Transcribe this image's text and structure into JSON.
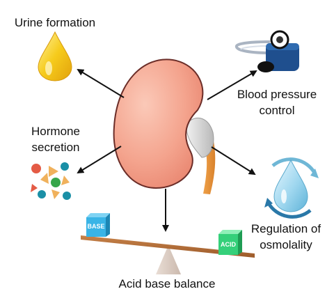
{
  "labels": {
    "urine_formation": "Urine formation",
    "blood_pressure_line1": "Blood pressure",
    "blood_pressure_line2": "control",
    "hormone_line1": "Hormone",
    "hormone_line2": "secretion",
    "osmolality_line1": "Regulation of",
    "osmolality_line2": "osmolality",
    "acid_base": "Acid base balance"
  },
  "blocks": {
    "base": "BASE",
    "acid": "ACID"
  },
  "icons": {
    "center": "kidney-icon",
    "urine": "urine-drop-icon",
    "blood_pressure": "blood-pressure-cuff-icon",
    "hormones": "hormone-molecules-icon",
    "osmolality": "water-drop-cycle-icon",
    "acid_base": "seesaw-balance-icon"
  },
  "colors": {
    "kidney_fill": "#f4a48e",
    "kidney_stroke": "#6b2d28",
    "drop_yellow": "#f2c31a",
    "drop_blue": "#8fd0ec",
    "base_block": "#39b4e6",
    "acid_block": "#35d07a",
    "beam": "#b86f38",
    "arrow": "#111111"
  }
}
